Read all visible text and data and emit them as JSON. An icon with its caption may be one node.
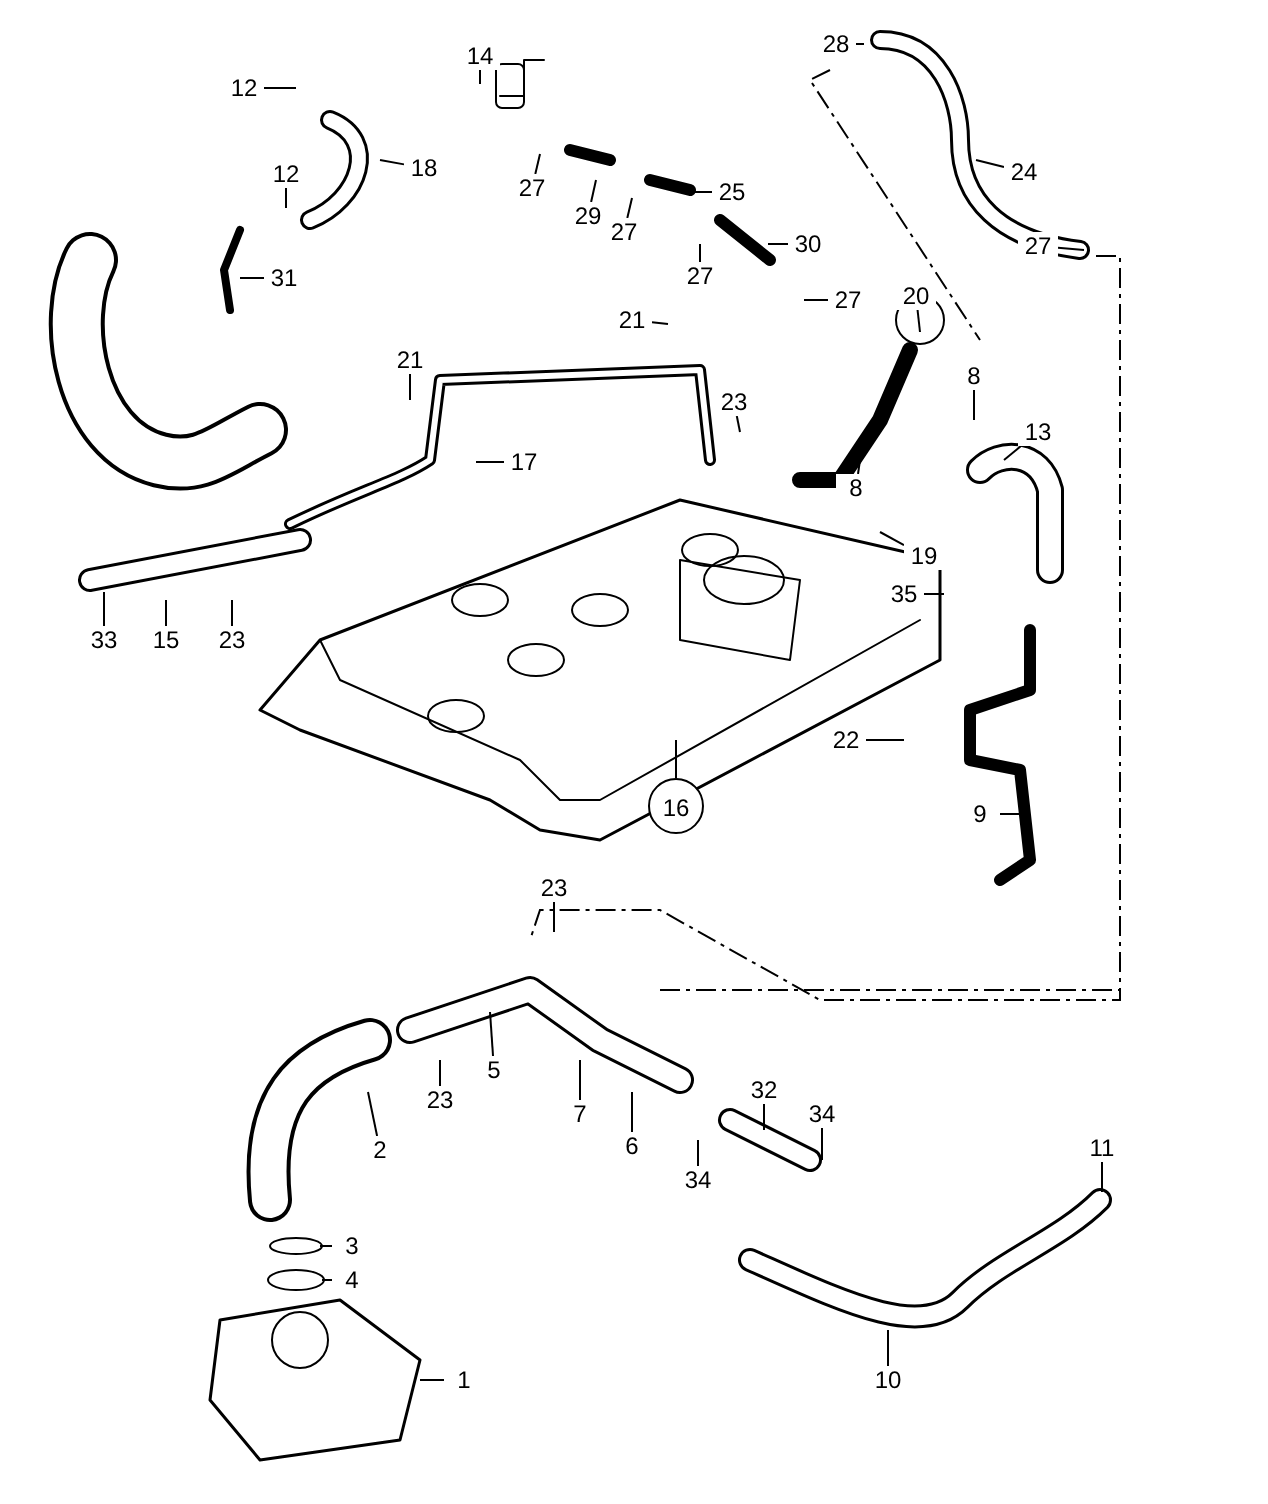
{
  "diagram": {
    "nodes": [
      {
        "text": [
          "14"
        ]
      },
      {
        "text": [
          "28"
        ]
      },
      {
        "text": [
          "12"
        ]
      },
      {
        "text": [
          "18"
        ]
      },
      {
        "text": [
          "24"
        ]
      },
      {
        "text": [
          "12"
        ]
      },
      {
        "text": [
          "27"
        ]
      },
      {
        "text": [
          "29"
        ]
      },
      {
        "text": [
          "25"
        ]
      },
      {
        "text": [
          "27"
        ]
      },
      {
        "text": [
          "31"
        ]
      },
      {
        "text": [
          "27"
        ]
      },
      {
        "text": [
          "30"
        ]
      },
      {
        "text": [
          "27"
        ]
      },
      {
        "text": [
          "27"
        ]
      },
      {
        "text": [
          "20"
        ]
      },
      {
        "text": [
          "21"
        ]
      },
      {
        "text": [
          "8"
        ]
      },
      {
        "text": [
          "21"
        ]
      },
      {
        "text": [
          "23"
        ]
      },
      {
        "text": [
          "13"
        ]
      },
      {
        "text": [
          "17"
        ]
      },
      {
        "text": [
          "8"
        ]
      },
      {
        "text": [
          "19"
        ]
      },
      {
        "text": [
          "35"
        ]
      },
      {
        "text": [
          "33"
        ]
      },
      {
        "text": [
          "15"
        ]
      },
      {
        "text": [
          "23"
        ]
      },
      {
        "text": [
          "16"
        ]
      },
      {
        "text": [
          "22"
        ]
      },
      {
        "text": [
          "9"
        ]
      },
      {
        "text": [
          "23"
        ]
      },
      {
        "text": [
          "23"
        ]
      },
      {
        "text": [
          "5"
        ]
      },
      {
        "text": [
          "7"
        ]
      },
      {
        "text": [
          "2"
        ]
      },
      {
        "text": [
          "32"
        ]
      },
      {
        "text": [
          "34"
        ]
      },
      {
        "text": [
          "6"
        ]
      },
      {
        "text": [
          "34"
        ]
      },
      {
        "text": [
          "11"
        ]
      },
      {
        "text": [
          "3"
        ]
      },
      {
        "text": [
          "4"
        ]
      },
      {
        "text": [
          "10"
        ]
      },
      {
        "text": [
          "1"
        ]
      }
    ],
    "edges": [
      {
        "from": 0,
        "to": null,
        "arrow": "none"
      },
      {
        "from": 1,
        "to": null,
        "arrow": "none"
      },
      {
        "from": 2,
        "to": null,
        "arrow": "none"
      },
      {
        "from": 3,
        "to": null,
        "arrow": "none"
      },
      {
        "from": 4,
        "to": null,
        "arrow": "none"
      },
      {
        "from": 5,
        "to": null,
        "arrow": "none"
      },
      {
        "from": 6,
        "to": null,
        "arrow": "none"
      },
      {
        "from": 7,
        "to": null,
        "arrow": "none"
      },
      {
        "from": 8,
        "to": null,
        "arrow": "none"
      },
      {
        "from": 9,
        "to": null,
        "arrow": "none"
      },
      {
        "from": 10,
        "to": null,
        "arrow": "none"
      },
      {
        "from": 11,
        "to": null,
        "arrow": "none"
      },
      {
        "from": 12,
        "to": null,
        "arrow": "none"
      },
      {
        "from": 13,
        "to": null,
        "arrow": "none"
      },
      {
        "from": 14,
        "to": null,
        "arrow": "none"
      },
      {
        "from": 15,
        "to": null,
        "arrow": "none"
      },
      {
        "from": 16,
        "to": null,
        "arrow": "none"
      },
      {
        "from": 17,
        "to": null,
        "arrow": "none"
      },
      {
        "from": 18,
        "to": null,
        "arrow": "none"
      },
      {
        "from": 19,
        "to": null,
        "arrow": "none"
      },
      {
        "from": 20,
        "to": null,
        "arrow": "none"
      },
      {
        "from": 21,
        "to": null,
        "arrow": "none"
      },
      {
        "from": 22,
        "to": null,
        "arrow": "none"
      },
      {
        "from": 23,
        "to": null,
        "arrow": "none"
      },
      {
        "from": 24,
        "to": null,
        "arrow": "none"
      },
      {
        "from": 25,
        "to": null,
        "arrow": "none"
      },
      {
        "from": 26,
        "to": null,
        "arrow": "none"
      },
      {
        "from": 27,
        "to": null,
        "arrow": "none"
      },
      {
        "from": 28,
        "to": null,
        "arrow": "none"
      },
      {
        "from": 29,
        "to": null,
        "arrow": "none"
      },
      {
        "from": 30,
        "to": null,
        "arrow": "none"
      },
      {
        "from": 31,
        "to": null,
        "arrow": "none"
      },
      {
        "from": 32,
        "to": null,
        "arrow": "none"
      },
      {
        "from": 33,
        "to": null,
        "arrow": "none"
      },
      {
        "from": 34,
        "to": null,
        "arrow": "none"
      },
      {
        "from": 35,
        "to": null,
        "arrow": "none"
      },
      {
        "from": 36,
        "to": null,
        "arrow": "none"
      },
      {
        "from": 37,
        "to": null,
        "arrow": "none"
      },
      {
        "from": 38,
        "to": null,
        "arrow": "none"
      },
      {
        "from": 39,
        "to": null,
        "arrow": "none"
      },
      {
        "from": 40,
        "to": null,
        "arrow": "none"
      },
      {
        "from": 41,
        "to": null,
        "arrow": "none"
      },
      {
        "from": 42,
        "to": null,
        "arrow": "none"
      },
      {
        "from": 43,
        "to": null,
        "arrow": "none"
      },
      {
        "from": 44,
        "to": null,
        "arrow": "none"
      }
    ]
  }
}
